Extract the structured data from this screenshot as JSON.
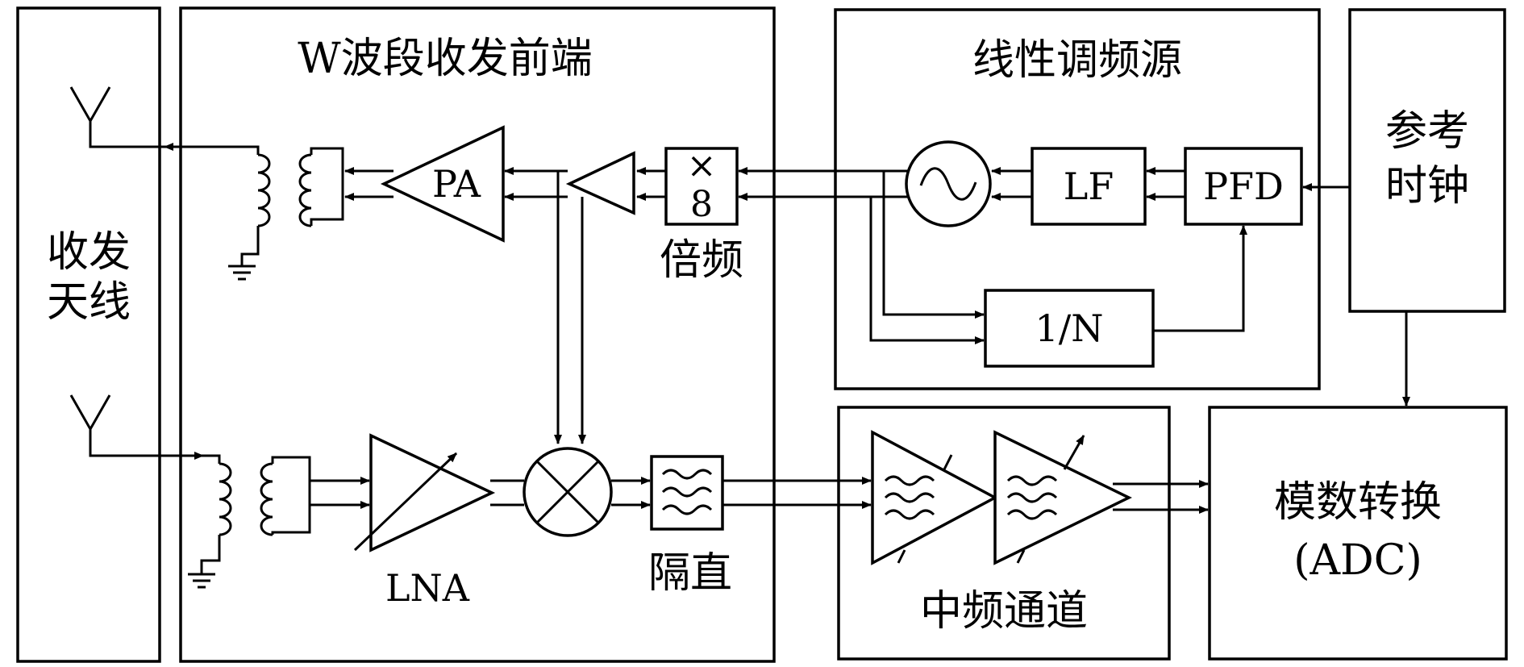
{
  "antenna_block": {
    "label_line1": "收发",
    "label_line2": "天线"
  },
  "front_end": {
    "title": "W波段收发前端",
    "pa_label": "PA",
    "lna_label": "LNA",
    "multiplier_symbol": "×",
    "multiplier_value": "8",
    "multiplier_caption": "倍频",
    "dc_block_caption": "隔直"
  },
  "lfm_source": {
    "title": "线性调频源",
    "lf_label": "LF",
    "pfd_label": "PFD",
    "divider_label": "1/N"
  },
  "ref_clock": {
    "label_line1": "参考",
    "label_line2": "时钟"
  },
  "if_channel": {
    "title": "中频通道"
  },
  "adc_block": {
    "label_line1": "模数转换",
    "label_line2": "(ADC)"
  }
}
